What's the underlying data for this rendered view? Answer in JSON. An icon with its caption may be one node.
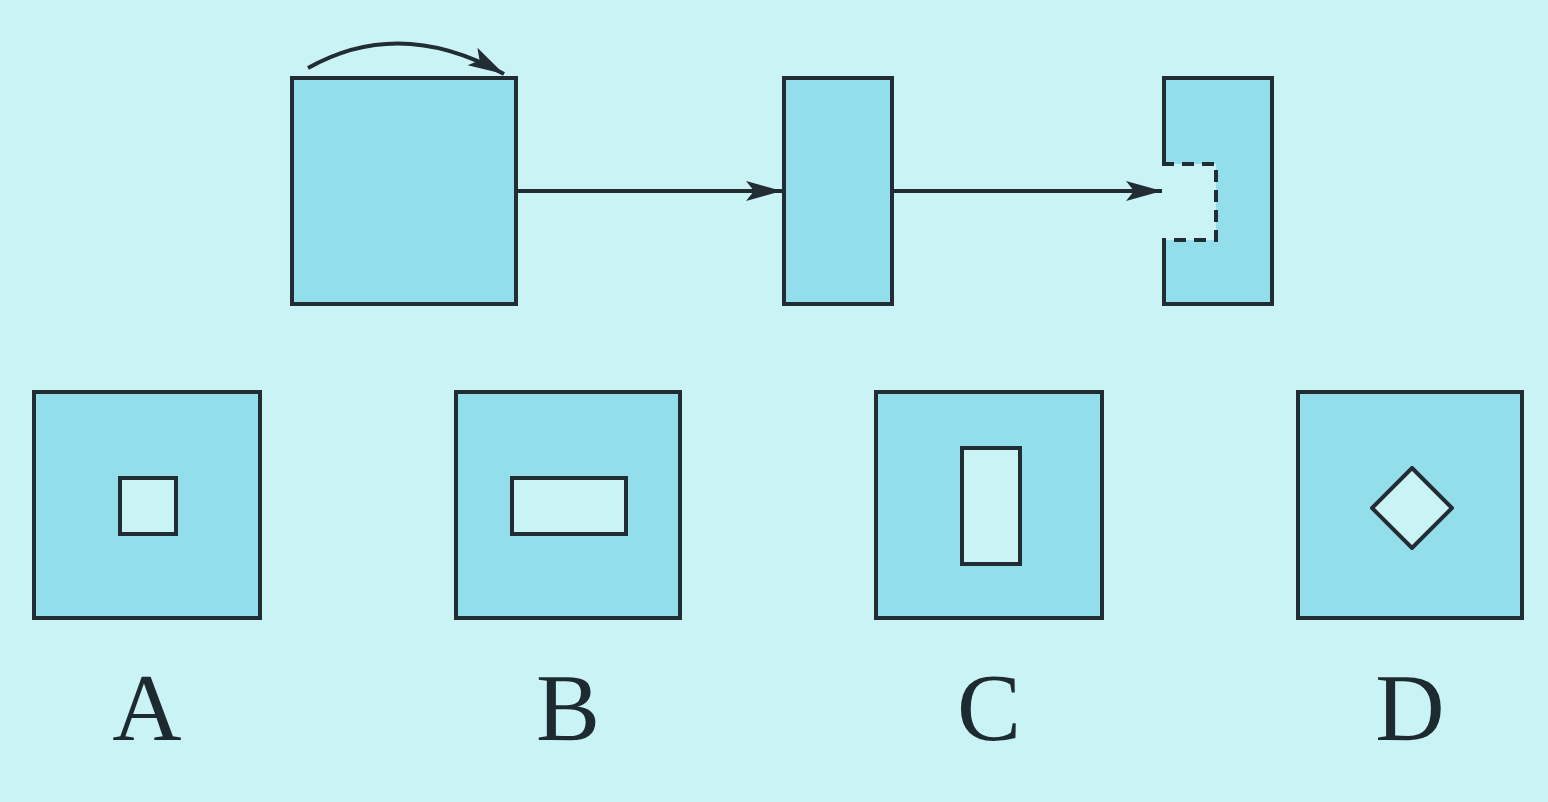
{
  "diagram": {
    "nodes": [
      {
        "text": [],
        "shape": "box"
      },
      {
        "text": [],
        "shape": "box"
      },
      {
        "text": [],
        "shape": "box"
      },
      {
        "text": [],
        "shape": "box",
        "beside": [
          "A"
        ]
      },
      {
        "text": [],
        "shape": "box",
        "in": 3
      },
      {
        "text": [],
        "shape": "box",
        "beside": [
          "B"
        ]
      },
      {
        "text": [],
        "shape": "box",
        "in": 5
      },
      {
        "text": [],
        "shape": "box",
        "beside": [
          "C"
        ]
      },
      {
        "text": [],
        "shape": "box",
        "in": 7
      },
      {
        "text": [],
        "shape": "box",
        "beside": [
          "D"
        ]
      },
      {
        "text": [],
        "shape": "diamond",
        "in": 9
      }
    ],
    "edges": [
      {
        "from": 0,
        "to": 1,
        "arrow": "to"
      },
      {
        "from": 1,
        "to": 2,
        "arrow": "to"
      }
    ]
  }
}
